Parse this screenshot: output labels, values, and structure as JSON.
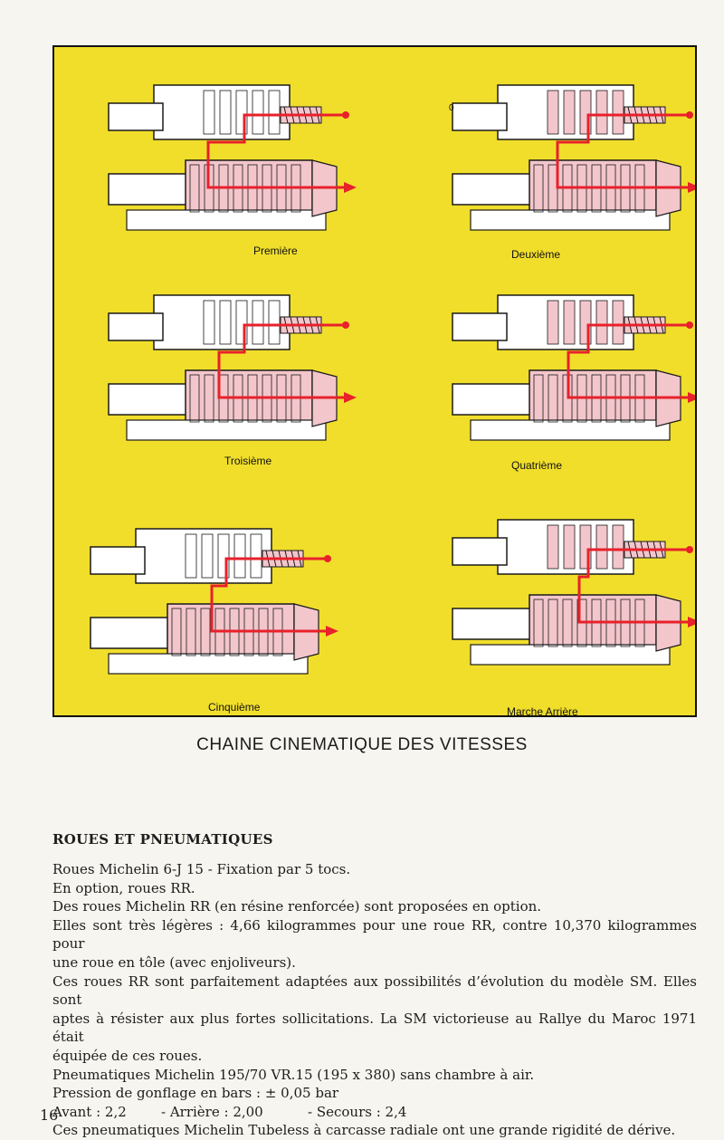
{
  "figure": {
    "background": "#f1de2b",
    "gear_labels": [
      "Première",
      "Deuxième",
      "Troisième",
      "Quatrième",
      "Cinquième",
      "Marche Arrière"
    ],
    "power_flow_color": "#e8212b",
    "stroke_color": "#1a1a1a",
    "shading_color": "#f3c6cc",
    "stray_marks": [
      "0"
    ]
  },
  "caption": "CHAINE CINEMATIQUE DES VITESSES",
  "section": {
    "title": "ROUES ET PNEUMATIQUES",
    "lines": [
      "Roues Michelin 6-J 15 - Fixation par 5 tocs.",
      "En option, roues RR.",
      "Des roues Michelin RR (en résine renforcée) sont proposées en option.",
      "Elles sont très légères : 4,66 kilogrammes pour une roue RR, contre 10,370 kilogrammes pour",
      "une roue en tôle (avec enjoliveurs).",
      "Ces roues RR sont parfaitement adaptées aux possibilités d’évolution du modèle SM. Elles sont",
      "aptes à résister aux plus fortes sollicitations. La SM victorieuse au Rallye du Maroc 1971 était",
      "équipée de ces roues.",
      "Pneumatiques Michelin 195/70 VR.15 (195 x 380) sans chambre à air.",
      "Pression de gonflage en bars : ± 0,05 bar"
    ],
    "tire_pressure": {
      "front": "Avant : 2,2",
      "rear": "- Arrière : 2,00",
      "spare": "- Secours : 2,4"
    },
    "last_line": "Ces pneumatiques Michelin Tubeless à carcasse radiale ont une grande rigidité de dérive."
  },
  "page_number": "16"
}
